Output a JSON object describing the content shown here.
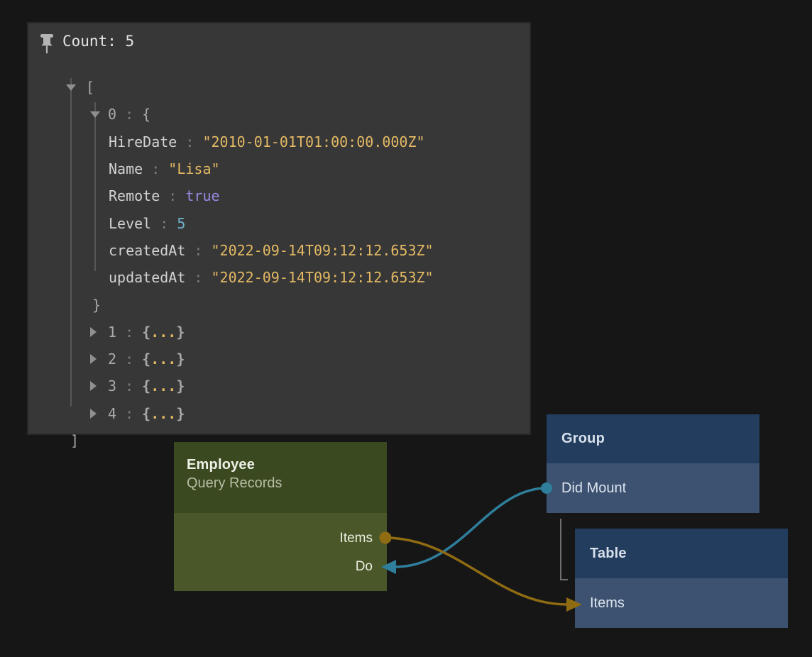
{
  "canvas": {
    "hierarchy_line_color": "#6f6f6f"
  },
  "inspector": {
    "count_label": "Count: 5",
    "rows": [
      {
        "arrow": "expanded",
        "indent": "root-open",
        "parts": [
          [
            "punct",
            "["
          ]
        ]
      },
      {
        "arrow": "expanded",
        "indent": "item",
        "parts": [
          [
            "punct",
            "0"
          ],
          [
            "colon",
            " : "
          ],
          [
            "punct",
            "{"
          ]
        ]
      },
      {
        "indent": "field",
        "parts": [
          [
            "key",
            "HireDate"
          ],
          [
            "colon",
            " : "
          ],
          [
            "str",
            "\"2010-01-01T01:00:00.000Z\""
          ]
        ]
      },
      {
        "indent": "field",
        "parts": [
          [
            "key",
            "Name"
          ],
          [
            "colon",
            " : "
          ],
          [
            "str",
            "\"Lisa\""
          ]
        ]
      },
      {
        "indent": "field",
        "parts": [
          [
            "key",
            "Remote"
          ],
          [
            "colon",
            " : "
          ],
          [
            "bool",
            "true"
          ]
        ]
      },
      {
        "indent": "field",
        "parts": [
          [
            "key",
            "Level"
          ],
          [
            "colon",
            " : "
          ],
          [
            "num",
            "5"
          ]
        ]
      },
      {
        "indent": "field",
        "parts": [
          [
            "key",
            "createdAt"
          ],
          [
            "colon",
            " : "
          ],
          [
            "str",
            "\"2022-09-14T09:12:12.653Z\""
          ]
        ]
      },
      {
        "indent": "field",
        "parts": [
          [
            "key",
            "updatedAt"
          ],
          [
            "colon",
            " : "
          ],
          [
            "str",
            "\"2022-09-14T09:12:12.653Z\""
          ]
        ]
      },
      {
        "indent": "close-item",
        "parts": [
          [
            "punct",
            "}"
          ]
        ]
      },
      {
        "arrow": "collapsed",
        "indent": "item",
        "parts": [
          [
            "punct",
            "1"
          ],
          [
            "colon",
            " : "
          ],
          [
            "pb",
            "{"
          ],
          [
            "dots",
            "..."
          ],
          [
            "pb",
            "}"
          ]
        ]
      },
      {
        "arrow": "collapsed",
        "indent": "item",
        "parts": [
          [
            "punct",
            "2"
          ],
          [
            "colon",
            " : "
          ],
          [
            "pb",
            "{"
          ],
          [
            "dots",
            "..."
          ],
          [
            "pb",
            "}"
          ]
        ]
      },
      {
        "arrow": "collapsed",
        "indent": "item",
        "parts": [
          [
            "punct",
            "3"
          ],
          [
            "colon",
            " : "
          ],
          [
            "pb",
            "{"
          ],
          [
            "dots",
            "..."
          ],
          [
            "pb",
            "}"
          ]
        ]
      },
      {
        "arrow": "collapsed",
        "indent": "item",
        "parts": [
          [
            "punct",
            "4"
          ],
          [
            "colon",
            " : "
          ],
          [
            "pb",
            "{"
          ],
          [
            "dots",
            "..."
          ],
          [
            "pb",
            "}"
          ]
        ]
      },
      {
        "indent": "close-root",
        "parts": [
          [
            "punct",
            "]"
          ]
        ]
      }
    ]
  },
  "nodes": {
    "employee": {
      "title": "Employee",
      "subtitle": "Query Records",
      "header_color": "#3b4921",
      "body_color": "#4a5729",
      "ports": [
        {
          "label": "Items",
          "kind": "output"
        },
        {
          "label": "Do",
          "kind": "input"
        }
      ]
    },
    "group": {
      "title": "Group",
      "header_color": "#223d5e",
      "body_color": "#3d5170",
      "ports": [
        {
          "label": "Did Mount",
          "kind": "output"
        }
      ]
    },
    "table": {
      "title": "Table",
      "header_color": "#223d5e",
      "body_color": "#3d5170",
      "ports": [
        {
          "label": "Items",
          "kind": "input"
        }
      ]
    }
  },
  "connections": [
    {
      "from": "group.Did Mount",
      "to": "employee.Do",
      "color": "#2f7e9c"
    },
    {
      "from": "employee.Items",
      "to": "table.Items",
      "color": "#8f6c12"
    }
  ]
}
